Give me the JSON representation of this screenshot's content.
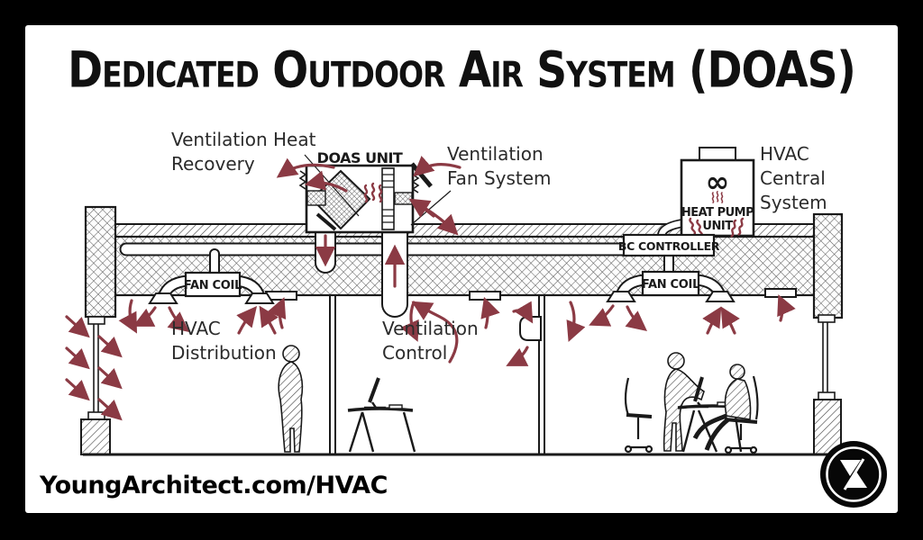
{
  "title": "Dedicated Outdoor Air System (DOAS)",
  "watermark": "YoungArchitect.com/HVAC",
  "colors": {
    "frame": "#000000",
    "paper": "#ffffff",
    "ink": "#1a1a1a",
    "accent_red": "#8b3a44"
  },
  "icons": {
    "fan_infinity": "∞",
    "logo": "young-architect-monogram"
  },
  "annotations": {
    "ventilation_heat_recovery": [
      "Ventilation Heat",
      "Recovery"
    ],
    "ventilation_fan_system": [
      "Ventilation",
      "Fan System"
    ],
    "hvac_central_system": [
      "HVAC",
      "Central",
      "System"
    ],
    "hvac_distribution": [
      "HVAC",
      "Distribution"
    ],
    "ventilation_control": [
      "Ventilation",
      "Control"
    ]
  },
  "equipment": {
    "doas_unit": "DOAS UNIT",
    "heat_pump_line1": "HEAT PUMP",
    "heat_pump_line2": "UNIT",
    "bc_controller": "BC CONTROLLER",
    "fan_coil": "FAN COIL"
  }
}
